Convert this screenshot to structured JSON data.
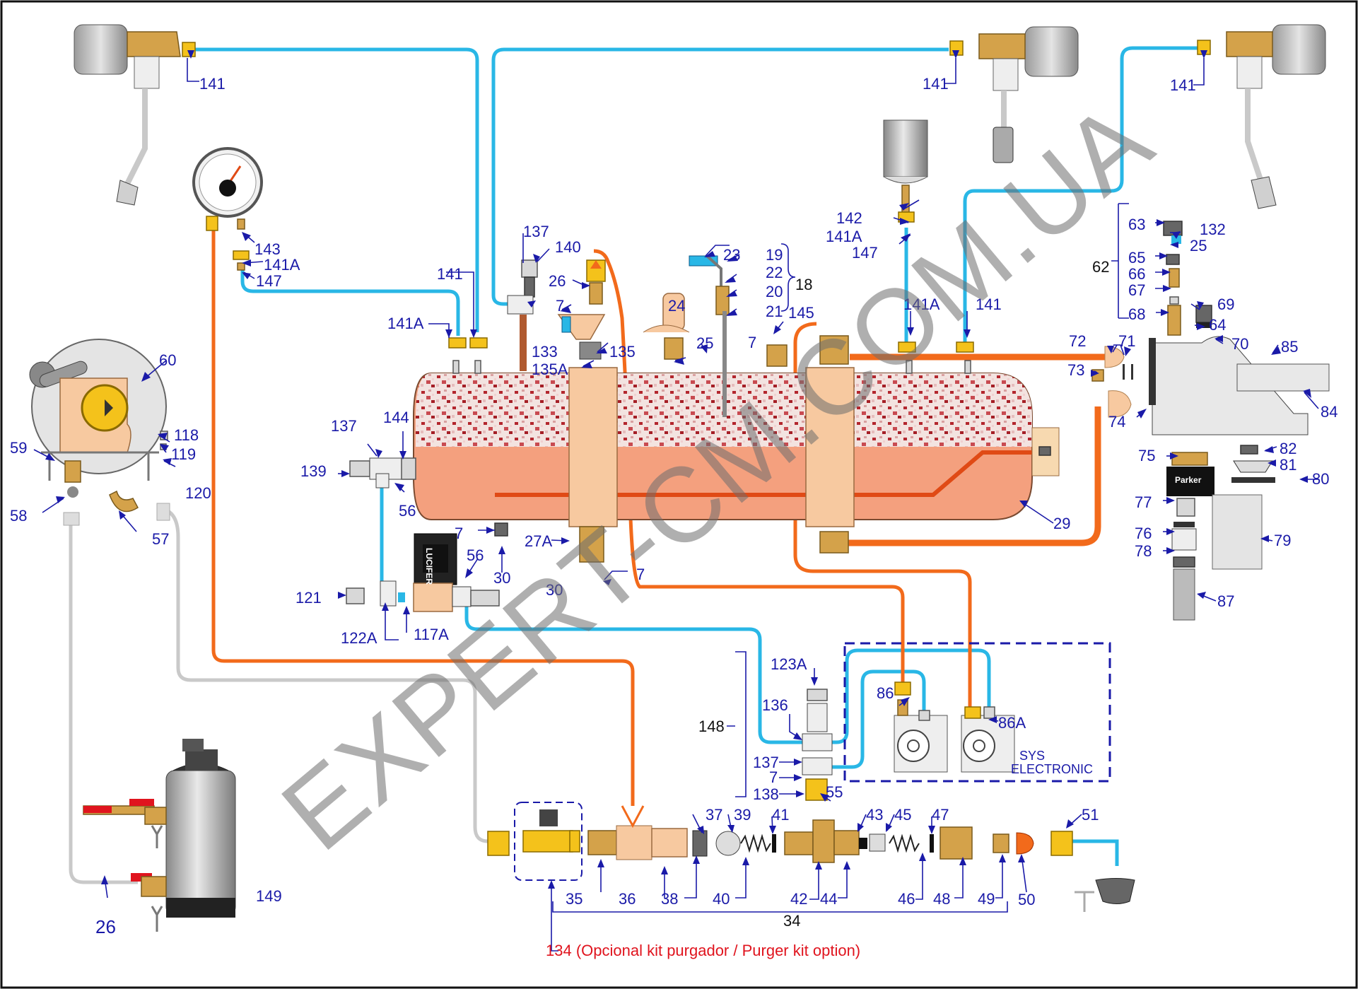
{
  "watermark": "EXPERT-CM.COM.UA",
  "colors": {
    "cold_water_line": "#29b7e6",
    "hot_water_line": "#f26a1b",
    "supply_line": "#c9c9c9",
    "label": "#1a1aa8",
    "option_label": "#e0141e",
    "boiler_water": "#f4a07e",
    "boiler_insulation": "#f3dcdc"
  },
  "component_tags": {
    "filter_cartridge": "Parker",
    "solenoid_valve": "LUCIFER"
  },
  "sys_box": {
    "line1": "SYS",
    "line2": "ELECTRONIC"
  },
  "option_note": "134 (Opcional kit purgador / Purger kit option)",
  "group_labels": {
    "boiler_probe": "18",
    "pump_group": "62",
    "injector": "148",
    "check_valve_assembly": "34"
  },
  "labels": {
    "l141_a": "141",
    "l141_b": "141",
    "l141_c": "141",
    "l141_d": "141",
    "l141_e": "141",
    "l141A_a": "141A",
    "l141A_b": "141A",
    "l141A_c": "141A",
    "l141A_d": "141A",
    "l143": "143",
    "l147_a": "147",
    "l147_b": "147",
    "l142": "142",
    "l137_a": "137",
    "l137_b": "137",
    "l137_c": "137",
    "l140": "140",
    "l26_a": "26",
    "l7_a": "7",
    "l133": "133",
    "l135": "135",
    "l135A": "135A",
    "l23": "23",
    "l19": "19",
    "l22": "22",
    "l20": "20",
    "l21": "21",
    "l24": "24",
    "l25_a": "25",
    "l7_b": "7",
    "l145": "145",
    "l60": "60",
    "l118": "118",
    "l119": "119",
    "l120": "120",
    "l59": "59",
    "l58": "58",
    "l57": "57",
    "l139": "139",
    "l144": "144",
    "l56_a": "56",
    "l56_b": "56",
    "l7_c": "7",
    "l30_a": "30",
    "l27A": "27A",
    "l30_b": "30",
    "l7_d": "7",
    "l121": "121",
    "l122A": "122A",
    "l117A": "117A",
    "l29": "29",
    "l63": "63",
    "l132": "132",
    "l25_b": "25",
    "l65": "65",
    "l66": "66",
    "l67": "67",
    "l68": "68",
    "l69": "69",
    "l64": "64",
    "l70": "70",
    "l72": "72",
    "l71": "71",
    "l73": "73",
    "l74": "74",
    "l85": "85",
    "l84": "84",
    "l75": "75",
    "l82": "82",
    "l81": "81",
    "l80": "80",
    "l77": "77",
    "l76": "76",
    "l78": "78",
    "l79": "79",
    "l87": "87",
    "l123A": "123A",
    "l136": "136",
    "l86": "86",
    "l86A": "86A",
    "l7_e": "7",
    "l138": "138",
    "l55": "55",
    "l37": "37",
    "l39": "39",
    "l41": "41",
    "l43": "43",
    "l45": "45",
    "l47": "47",
    "l51": "51",
    "l35": "35",
    "l36": "36",
    "l38": "38",
    "l40": "40",
    "l42": "42",
    "l44": "44",
    "l46": "46",
    "l48": "48",
    "l49": "49",
    "l50": "50",
    "l149": "149",
    "l26_b": "26"
  }
}
